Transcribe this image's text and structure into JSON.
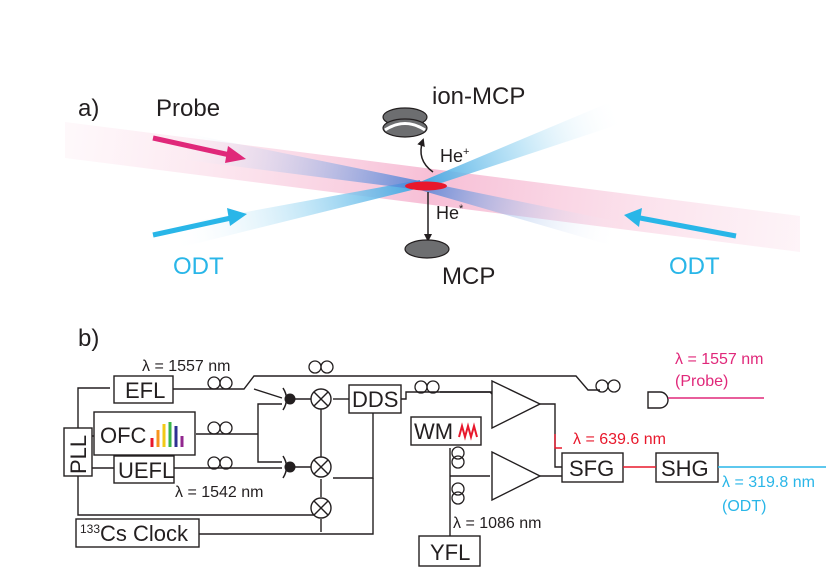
{
  "panel_a": {
    "label": "a)",
    "probe_label": "Probe",
    "odt_left_label": "ODT",
    "odt_right_label": "ODT",
    "ion_mcp_label": "ion-MCP",
    "mcp_label": "MCP",
    "he_plus_base": "He",
    "he_plus_sup": "+",
    "he_star_base": "He",
    "he_star_sup": "*"
  },
  "panel_b": {
    "label": "b)",
    "boxes": {
      "efl": "EFL",
      "ofc": "OFC",
      "uefl": "UEFL",
      "pll": "PLL",
      "dds": "DDS",
      "wm": "WM",
      "sfg": "SFG",
      "shg": "SHG",
      "yfl": "YFL",
      "cs_clock_sup": "133",
      "cs_clock_text": "Cs Clock"
    },
    "wavelengths": {
      "efl": "λ = 1557 nm",
      "uefl": "λ = 1542 nm",
      "yfl": "λ = 1086 nm",
      "sfg_out": "λ = 639.6 nm",
      "probe_out": "λ = 1557 nm",
      "probe_tag": "(Probe)",
      "odt_out": "λ = 319.8 nm",
      "odt_tag": "(ODT)"
    }
  },
  "colors": {
    "probe": "#e0287a",
    "odt": "#29b6e8",
    "red": "#e8182c",
    "line": "#231f20"
  }
}
